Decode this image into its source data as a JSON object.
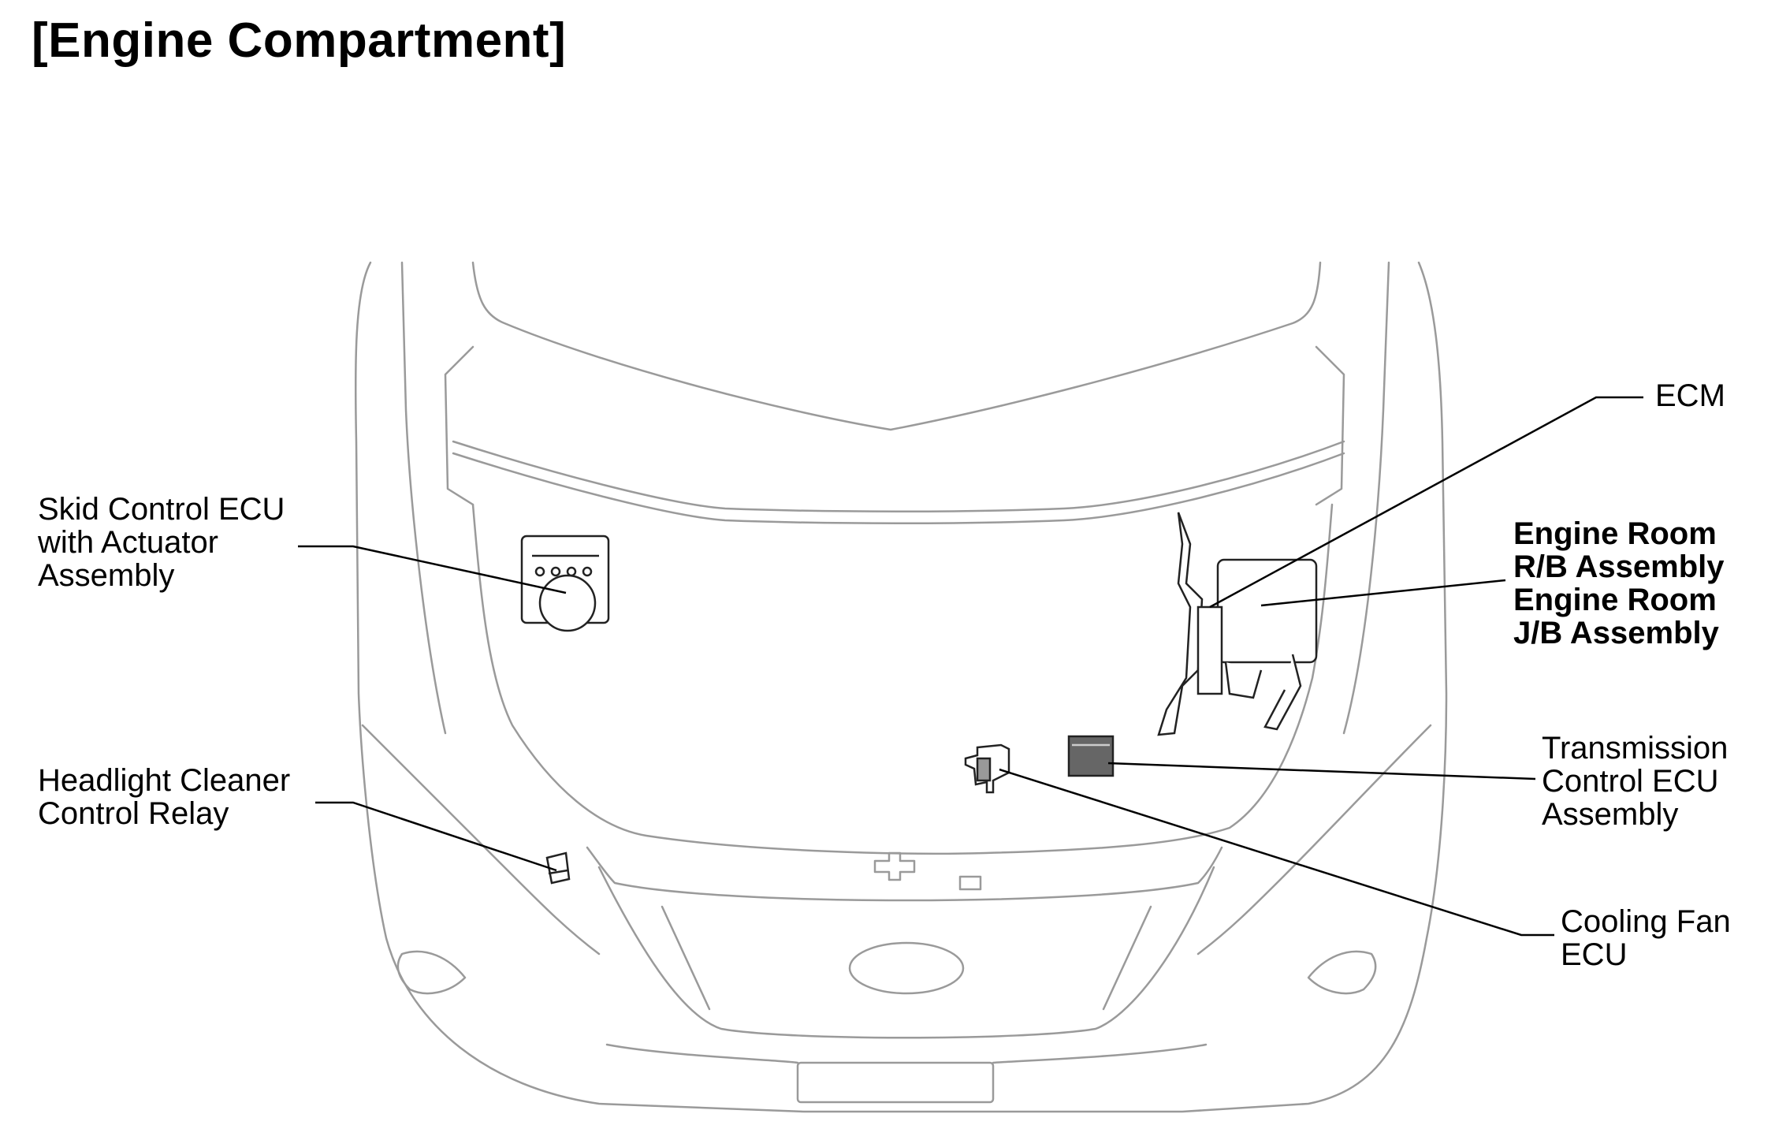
{
  "title": "[Engine Compartment]",
  "labels": {
    "skid_control": [
      "Skid Control ECU",
      "with Actuator",
      "Assembly"
    ],
    "headlight_cleaner": [
      "Headlight Cleaner",
      "Control Relay"
    ],
    "ecm": [
      "ECM"
    ],
    "engine_room": [
      "Engine Room",
      "R/B Assembly",
      "Engine Room",
      "J/B Assembly"
    ],
    "transmission": [
      "Transmission",
      "Control ECU",
      "Assembly"
    ],
    "cooling_fan": [
      "Cooling Fan",
      "ECU"
    ]
  }
}
